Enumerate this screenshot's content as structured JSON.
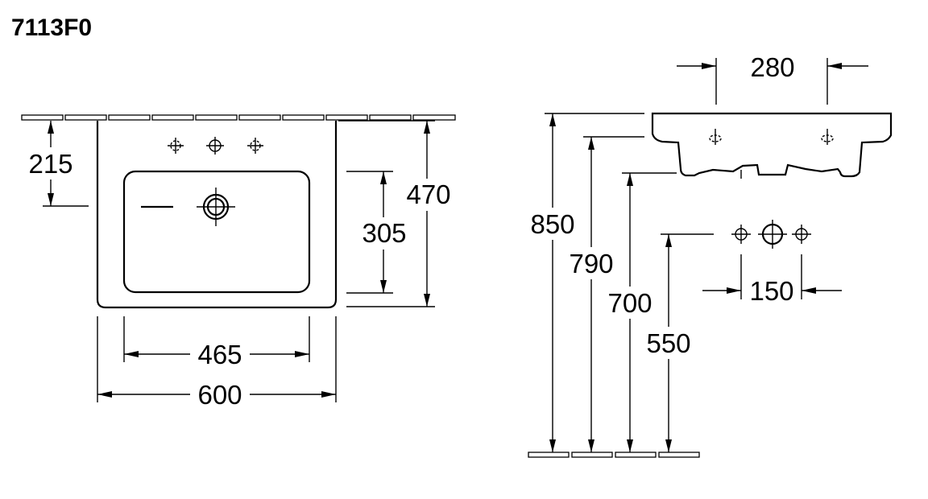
{
  "title": "7113F0",
  "front_view": {
    "dim_top_to_tap": "215",
    "dim_total_depth": "470",
    "dim_bowl_depth": "305",
    "dim_bowl_width": "465",
    "dim_total_width": "600"
  },
  "side_view": {
    "dim_tap_spacing": "280",
    "dim_height_top": "850",
    "dim_height_bowl": "790",
    "dim_height_trap": "700",
    "dim_height_outlets": "550",
    "dim_outlet_spacing": "150"
  },
  "colors": {
    "line": "#000000",
    "background": "#ffffff"
  }
}
